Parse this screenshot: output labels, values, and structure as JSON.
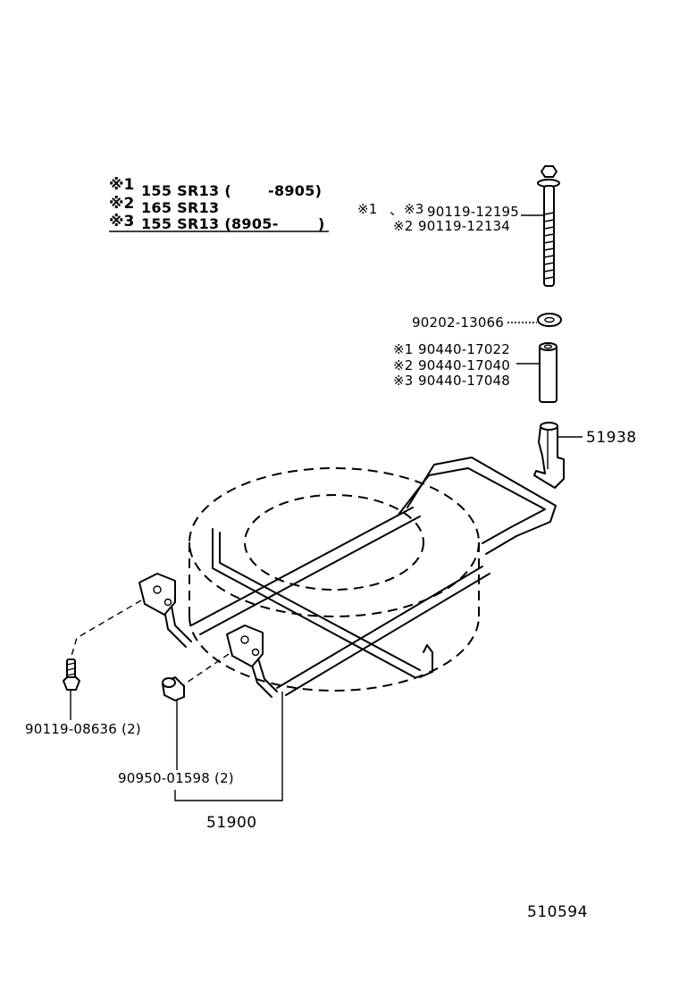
{
  "legend": {
    "rows": [
      {
        "mark": "※1",
        "text": "155 SR13 (",
        "tail": "-8905)"
      },
      {
        "mark": "※2",
        "text": "165 SR13",
        "tail": ""
      },
      {
        "mark": "※3",
        "text": "155 SR13 (8905-",
        "tail": ")"
      }
    ]
  },
  "parts": {
    "bolt_long": {
      "prefix_a": "※1",
      "prefix_sep": "、",
      "prefix_b": "※3",
      "number": "90119-12195",
      "alt_prefix": "※2",
      "alt_number": "90119-12134"
    },
    "washer": {
      "number": "90202-13066"
    },
    "collar": [
      {
        "prefix": "※1",
        "number": "90440-17022"
      },
      {
        "prefix": "※2",
        "number": "90440-17040"
      },
      {
        "prefix": "※3",
        "number": "90440-17048"
      }
    ],
    "hook": {
      "number": "51938"
    },
    "bolt_short": {
      "number": "90119-08636 (2)"
    },
    "plug": {
      "number": "90950-01598 (2)"
    },
    "carrier": {
      "number": "51900"
    }
  },
  "diagram_id": "510594"
}
